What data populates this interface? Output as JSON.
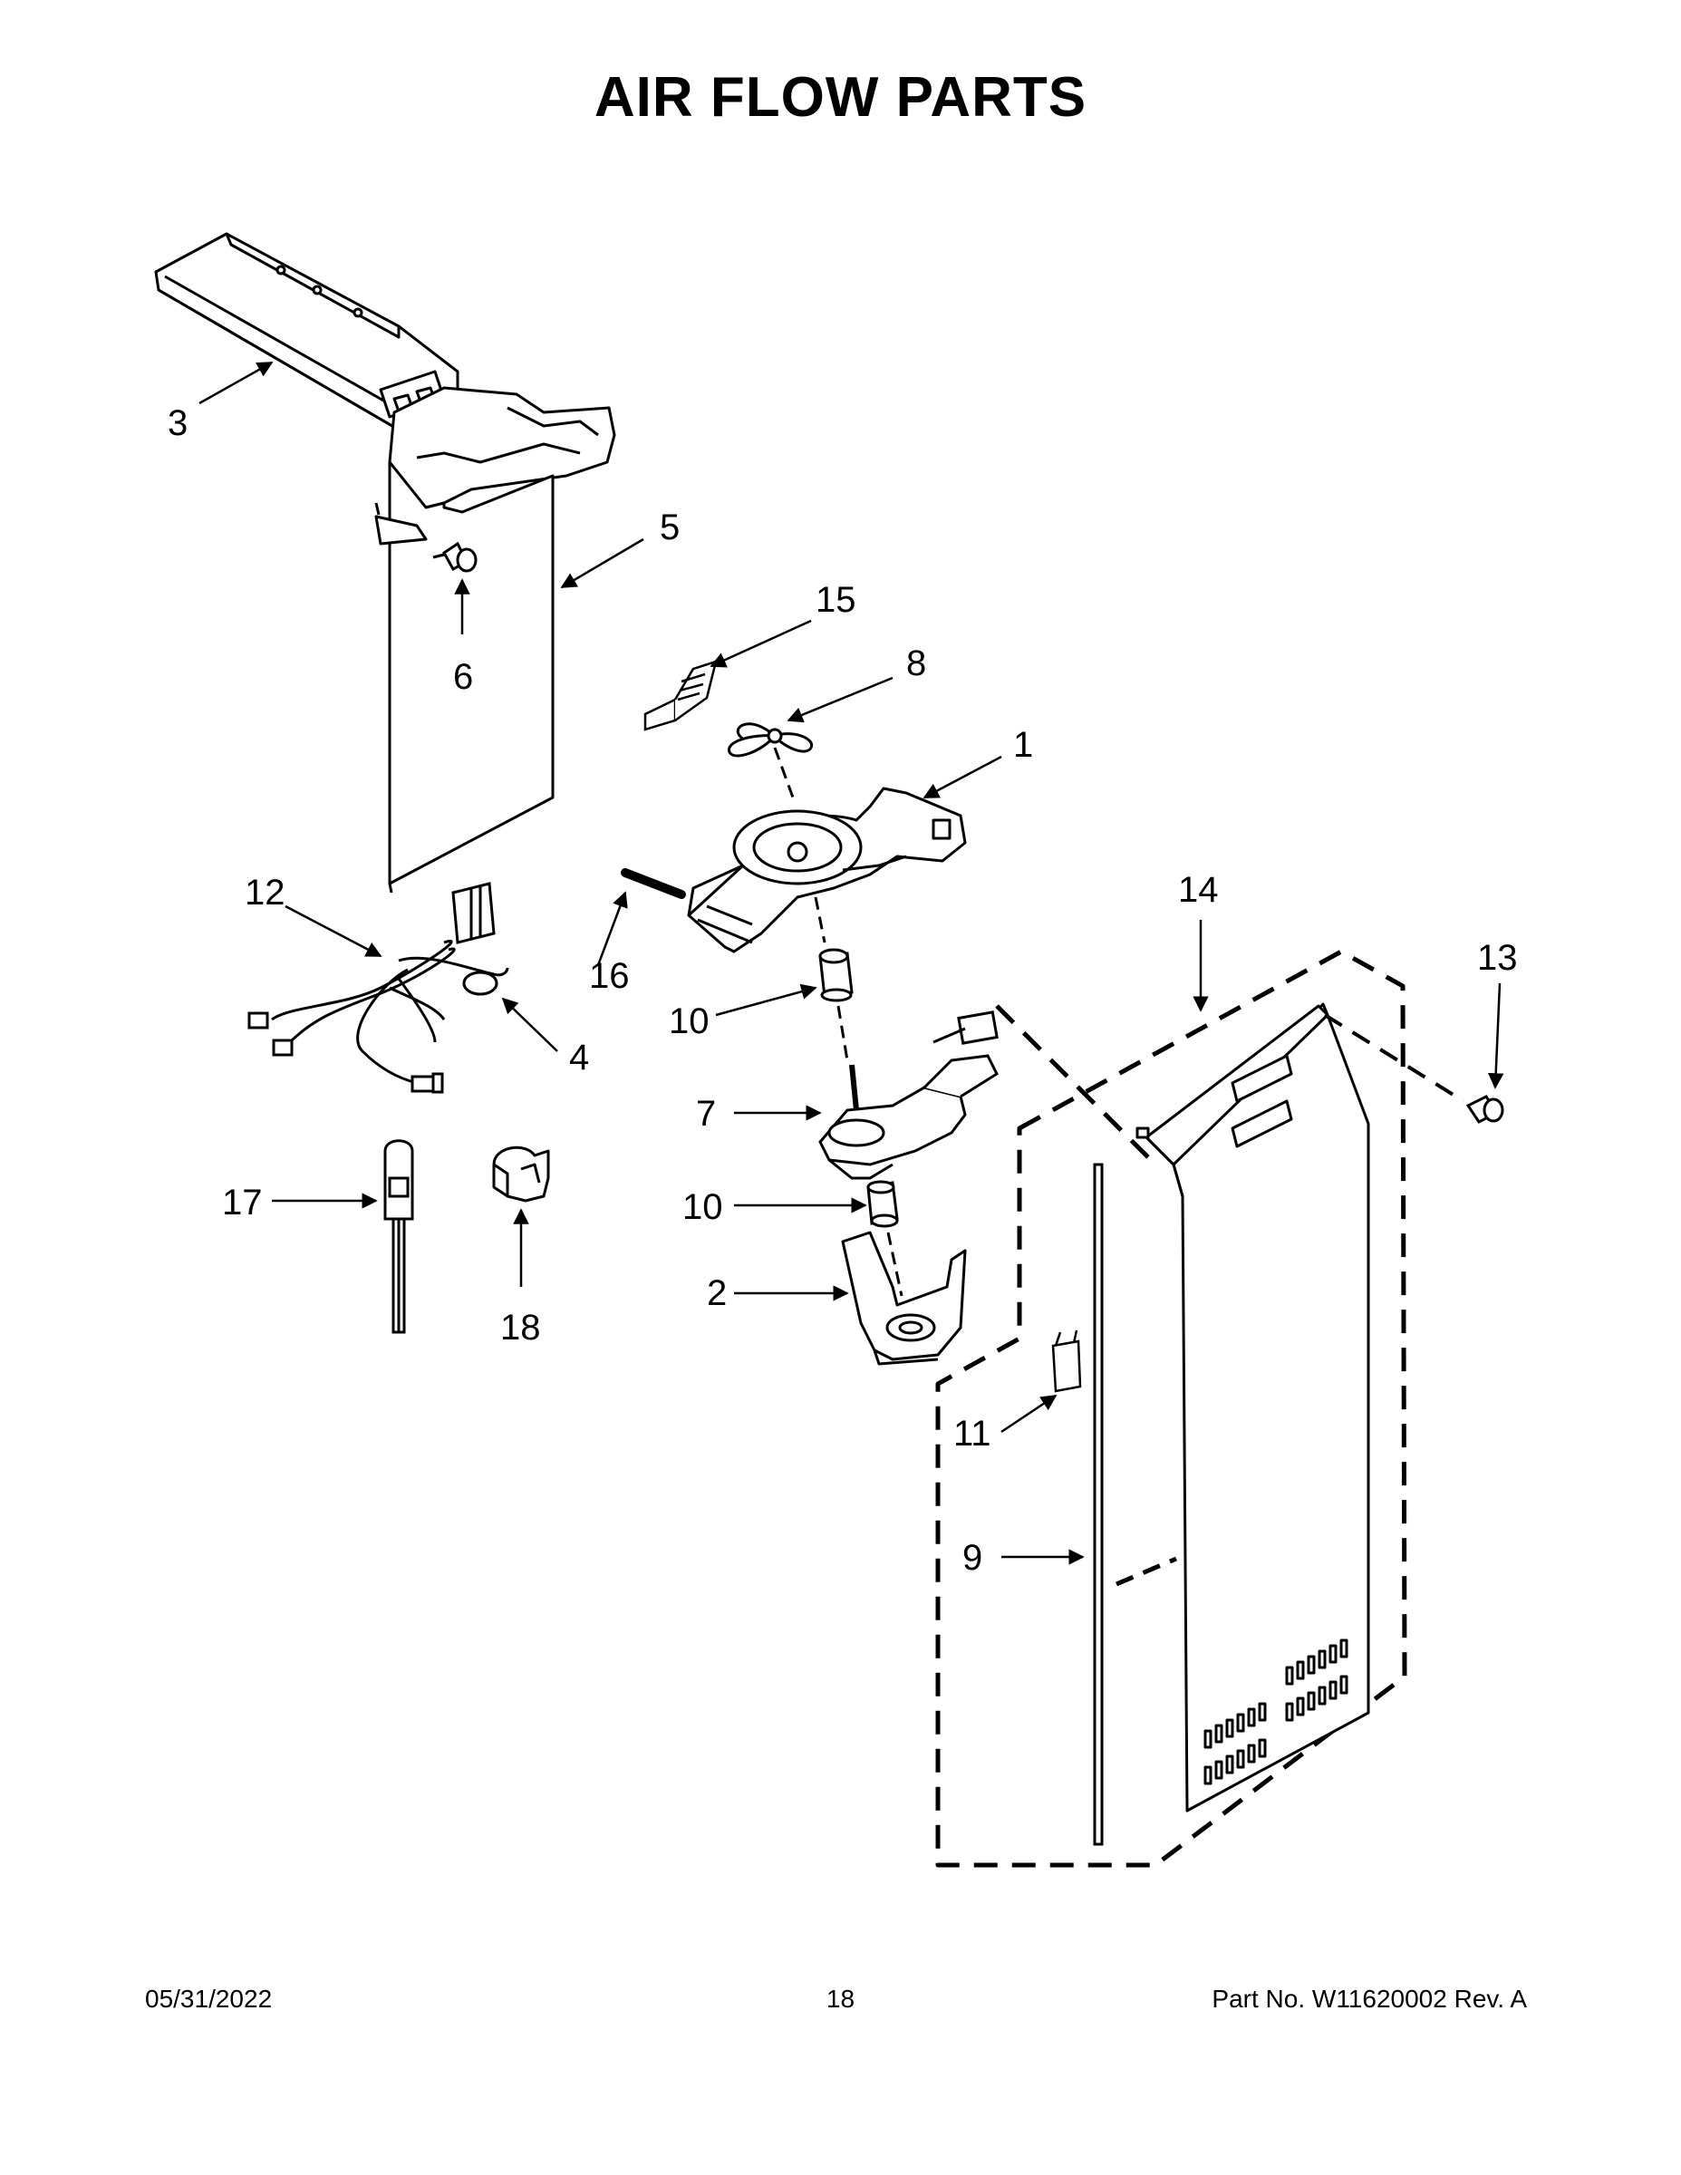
{
  "title": "AIR FLOW PARTS",
  "callouts": {
    "c1": "1",
    "c2": "2",
    "c3": "3",
    "c4": "4",
    "c5": "5",
    "c6": "6",
    "c7": "7",
    "c8": "8",
    "c9": "9",
    "c10a": "10",
    "c10b": "10",
    "c11": "11",
    "c12": "12",
    "c13": "13",
    "c14": "14",
    "c15": "15",
    "c16": "16",
    "c17": "17",
    "c18": "18"
  },
  "footer": {
    "date": "05/31/2022",
    "page": "18",
    "part_number": "Part No.  W11620002  Rev.  A"
  }
}
